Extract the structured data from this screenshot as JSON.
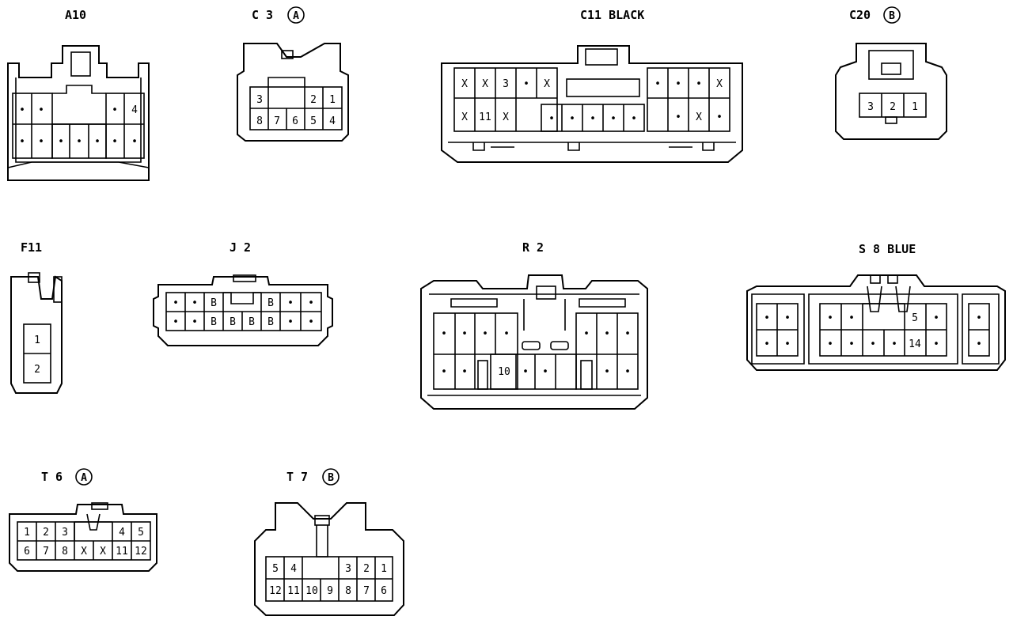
{
  "connectors": [
    {
      "id": "A10",
      "label": "A10",
      "circled": "",
      "rows": [
        [
          "•",
          "•",
          "",
          "",
          "",
          "•",
          "4"
        ],
        [
          "•",
          "•",
          "•",
          "•",
          "•",
          "•",
          "•"
        ]
      ]
    },
    {
      "id": "C3",
      "label": "C 3",
      "circled": "A",
      "rows": [
        [
          "3",
          "",
          "",
          "2",
          "1"
        ],
        [
          "8",
          "7",
          "6",
          "5",
          "4"
        ]
      ]
    },
    {
      "id": "C11",
      "label": "C11 BLACK",
      "circled": "",
      "rows": [
        [
          "X",
          "X",
          "3",
          "•",
          "X",
          "",
          "",
          "",
          "",
          "",
          "•",
          "•",
          "•",
          "X"
        ],
        [
          "X",
          "11",
          "X",
          "",
          "•",
          "•",
          "•",
          "•",
          "•",
          "",
          "•",
          "X",
          "•"
        ]
      ]
    },
    {
      "id": "C20",
      "label": "C20",
      "circled": "B",
      "rows": [
        [
          "3",
          "2",
          "1"
        ]
      ]
    },
    {
      "id": "F11",
      "label": "F11",
      "circled": "",
      "rows": [
        [
          "1"
        ],
        [
          "2"
        ]
      ]
    },
    {
      "id": "J2",
      "label": "J 2",
      "circled": "",
      "rows": [
        [
          "•",
          "•",
          "B",
          "",
          "",
          "B",
          "•",
          "•"
        ],
        [
          "•",
          "•",
          "B",
          "B",
          "B",
          "B",
          "•",
          "•"
        ]
      ]
    },
    {
      "id": "R2",
      "label": "R 2",
      "circled": "",
      "rows": [
        [
          "•",
          "•",
          "•",
          "•",
          "",
          "•",
          "•",
          "•"
        ],
        [
          "•",
          "•",
          "",
          "10",
          "•",
          "•",
          "",
          "•",
          "•"
        ]
      ]
    },
    {
      "id": "S8",
      "label": "S 8 BLUE",
      "circled": "",
      "rows": [
        [
          "•",
          "•",
          "",
          "•",
          "•",
          "",
          "",
          "5",
          "•",
          "",
          "•"
        ],
        [
          "•",
          "•",
          "",
          "•",
          "•",
          "•",
          "•",
          "14",
          "•",
          "",
          "•"
        ]
      ]
    },
    {
      "id": "T6",
      "label": "T 6",
      "circled": "A",
      "rows": [
        [
          "1",
          "2",
          "3",
          "",
          "",
          "4",
          "5"
        ],
        [
          "6",
          "7",
          "8",
          "X",
          "X",
          "11",
          "12"
        ]
      ]
    },
    {
      "id": "T7",
      "label": "T 7",
      "circled": "B",
      "rows": [
        [
          "5",
          "4",
          "",
          "",
          "3",
          "2",
          "1"
        ],
        [
          "12",
          "11",
          "10",
          "9",
          "8",
          "7",
          "6"
        ]
      ]
    }
  ]
}
